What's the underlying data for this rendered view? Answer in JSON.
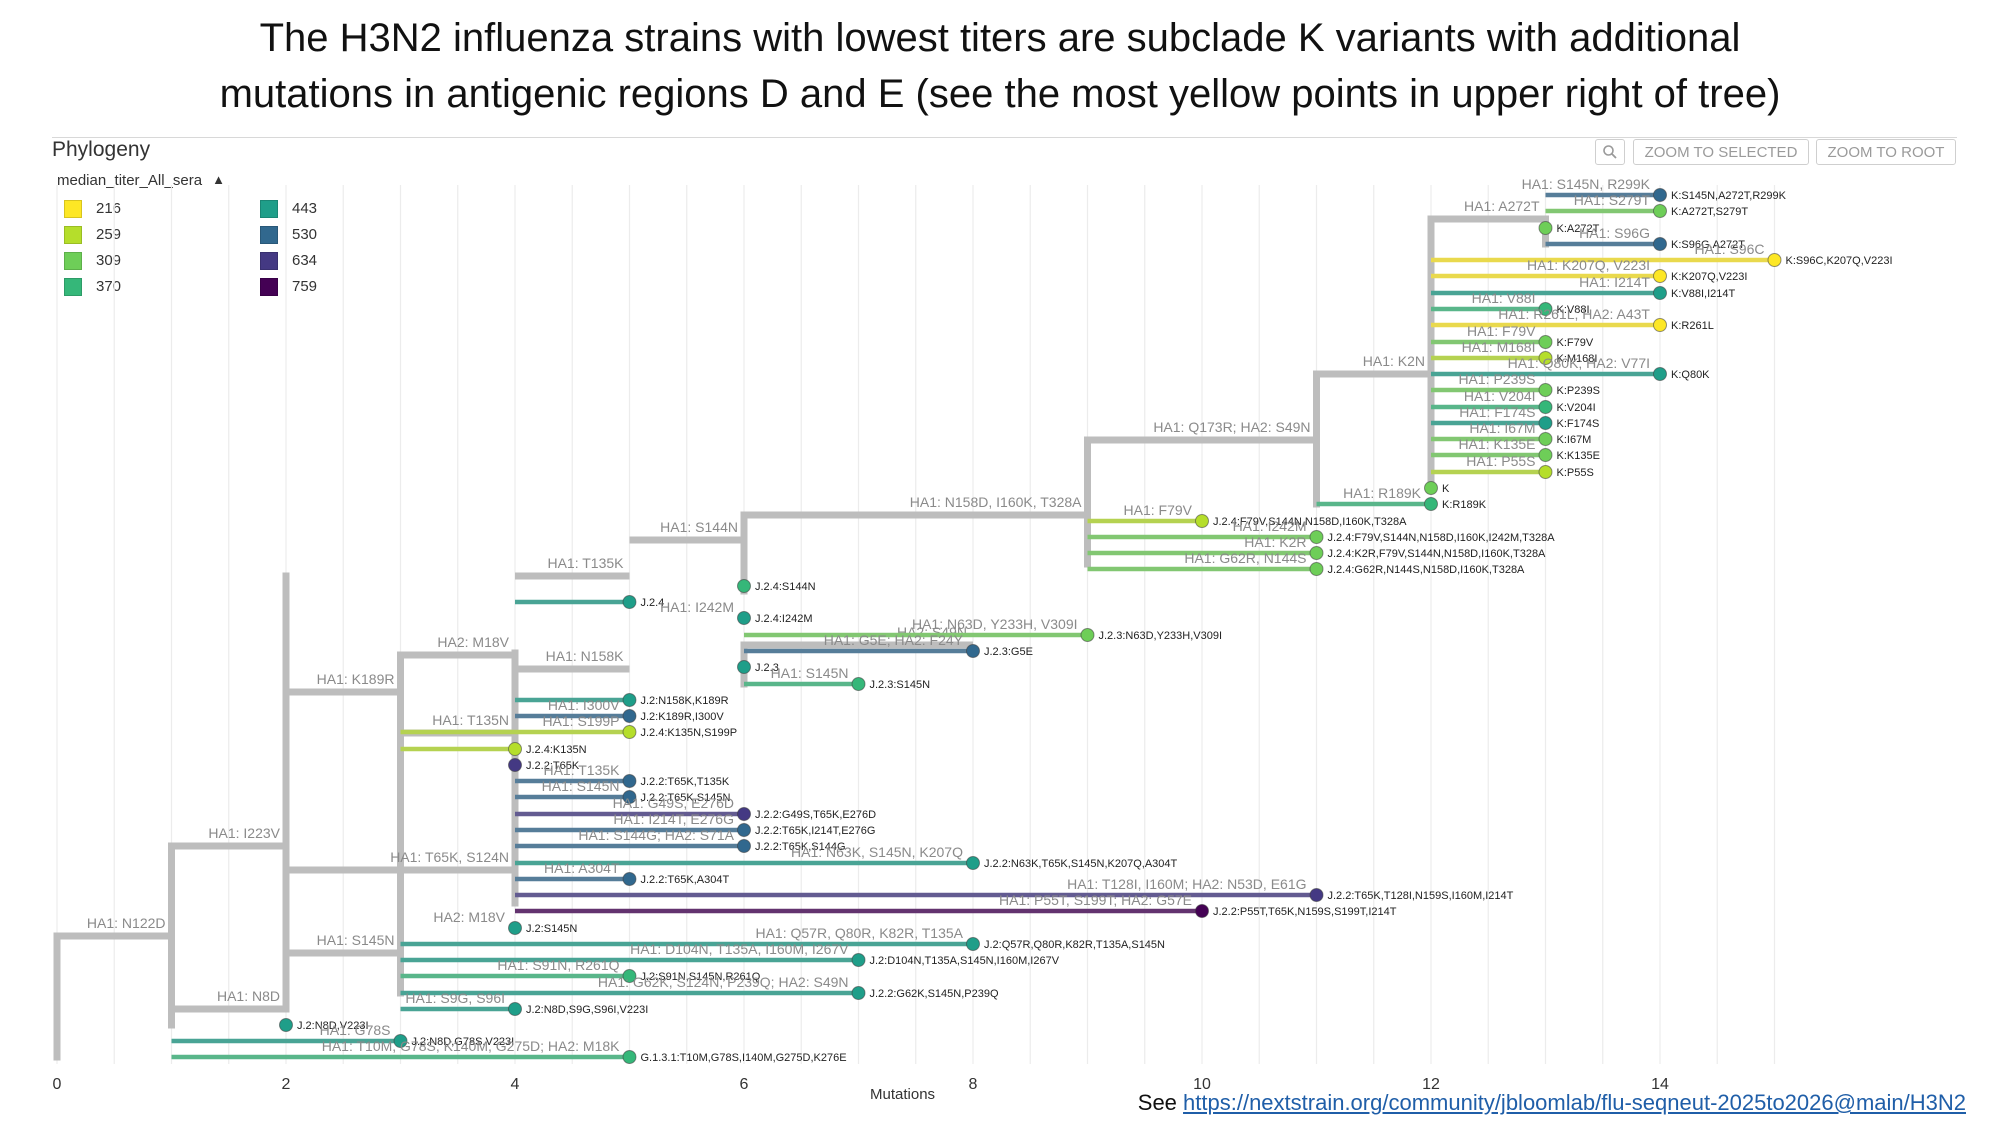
{
  "title_lines": [
    "The H3N2 influenza strains with lowest titers are subclade K variants with additional",
    "mutations in antigenic regions D and E (see the most yellow points in upper right of tree)"
  ],
  "panel": {
    "title": "Phylogeny",
    "zoom_selected": "ZOOM TO SELECTED",
    "zoom_root": "ZOOM TO ROOT"
  },
  "legend": {
    "title": "median_titer_All_sera",
    "items": [
      {
        "label": "216",
        "color": "#fde725"
      },
      {
        "label": "259",
        "color": "#b5de2b"
      },
      {
        "label": "309",
        "color": "#6ece58"
      },
      {
        "label": "370",
        "color": "#35b779"
      },
      {
        "label": "443",
        "color": "#1f9e89"
      },
      {
        "label": "530",
        "color": "#31688e"
      },
      {
        "label": "634",
        "color": "#443983"
      },
      {
        "label": "759",
        "color": "#440154"
      }
    ]
  },
  "source": {
    "prefix": "See ",
    "link_text": "https://nextstrain.org/community/jbloomlab/flu-seqneut-2025to2026@main/H3N2"
  },
  "chart_data": {
    "type": "phylogenetic_tree",
    "xlabel": "Mutations",
    "xlim": [
      0,
      15
    ],
    "x_ticks": [
      0,
      2,
      4,
      6,
      8,
      10,
      12,
      14
    ],
    "grid": true,
    "color_by": "median_titer_All_sera",
    "internal_nodes": [
      {
        "x": 0
      },
      {
        "x": 1
      },
      {
        "x": 2
      },
      {
        "x": 3
      },
      {
        "x": 2
      },
      {
        "x": 3
      },
      {
        "x": 4
      },
      {
        "x": 4
      },
      {
        "x": 6
      },
      {
        "x": 6
      },
      {
        "x": 9
      },
      {
        "x": 11
      },
      {
        "x": 12
      },
      {
        "x": 13
      }
    ],
    "branches": [
      {
        "x0": 0,
        "x1": 1,
        "label": "HA1: N122D"
      },
      {
        "x0": 1,
        "x1": 2,
        "label": "HA1: I223V"
      },
      {
        "x0": 2,
        "x1": 3,
        "label": "HA1: K189R"
      },
      {
        "x0": 3,
        "x1": 4,
        "label": "HA2: M18V"
      },
      {
        "x0": 4,
        "x1": 5,
        "label": "HA1: T135K"
      },
      {
        "x0": 5,
        "x1": 6,
        "label": "HA1: S144N"
      },
      {
        "x0": 6,
        "x1": 9,
        "label": "HA1: N158D, I160K, T328A"
      },
      {
        "x0": 9,
        "x1": 11,
        "label": "HA1: Q173R; HA2: S49N"
      },
      {
        "x0": 11,
        "x1": 12,
        "label": "HA1: K2N"
      },
      {
        "x0": 12,
        "x1": 13,
        "label": "HA1: A272T"
      },
      {
        "x0": 6,
        "x1": 8,
        "label": "HA2: S49N"
      },
      {
        "x0": 4,
        "x1": 5,
        "label": "HA1: N158K"
      },
      {
        "x0": 3,
        "x1": 4,
        "label": "HA1: T135N"
      },
      {
        "x0": 2,
        "x1": 4,
        "label": "HA1: T65K, S124N"
      },
      {
        "x0": 2,
        "x1": 3,
        "label": "HA1: S145N"
      },
      {
        "x0": 1,
        "x1": 2,
        "label": "HA1: N8D"
      }
    ],
    "tips": [
      {
        "x": 14.0,
        "label": "K:S145N,A272T,R299K",
        "branch": "HA1: S145N, R299K",
        "titer": 530
      },
      {
        "x": 14.0,
        "label": "K:A272T,S279T",
        "branch": "HA1: S279T",
        "titer": 309
      },
      {
        "x": 13.0,
        "label": "K:A272T",
        "branch": "",
        "titer": 309
      },
      {
        "x": 14.0,
        "label": "K:S96G,A272T",
        "branch": "HA1: S96G",
        "titer": 530
      },
      {
        "x": 15.0,
        "label": "K:S96C,K207Q,V223I",
        "branch": "HA1: S96C",
        "titer": 216
      },
      {
        "x": 14.0,
        "label": "K:K207Q,V223I",
        "branch": "HA1: K207Q, V223I",
        "titer": 216
      },
      {
        "x": 14.0,
        "label": "K:V88I,I214T",
        "branch": "HA1: I214T",
        "titer": 443
      },
      {
        "x": 13.0,
        "label": "K:V88I",
        "branch": "HA1: V88I",
        "titer": 370
      },
      {
        "x": 14.0,
        "label": "K:R261L",
        "branch": "HA1: R261L; HA2: A43T",
        "titer": 216
      },
      {
        "x": 13.0,
        "label": "K:F79V",
        "branch": "HA1: F79V",
        "titer": 309
      },
      {
        "x": 13.0,
        "label": "K:M168I",
        "branch": "HA1: M168I",
        "titer": 259
      },
      {
        "x": 14.0,
        "label": "K:Q80K",
        "branch": "HA1: Q80K; HA2: V77I",
        "titer": 443
      },
      {
        "x": 13.0,
        "label": "K:P239S",
        "branch": "HA1: P239S",
        "titer": 309
      },
      {
        "x": 13.0,
        "label": "K:V204I",
        "branch": "HA1: V204I",
        "titer": 370
      },
      {
        "x": 13.0,
        "label": "K:F174S",
        "branch": "HA1: F174S",
        "titer": 443
      },
      {
        "x": 13.0,
        "label": "K:I67M",
        "branch": "HA1: I67M",
        "titer": 309
      },
      {
        "x": 13.0,
        "label": "K:K135E",
        "branch": "HA1: K135E",
        "titer": 309
      },
      {
        "x": 13.0,
        "label": "K:P55S",
        "branch": "HA1: P55S",
        "titer": 259
      },
      {
        "x": 12.0,
        "label": "K",
        "branch": "",
        "titer": 309
      },
      {
        "x": 12.0,
        "label": "K:R189K",
        "branch": "HA1: R189K",
        "titer": 370
      },
      {
        "x": 10.0,
        "label": "J.2.4:F79V,S144N,N158D,I160K,T328A",
        "branch": "HA1: F79V",
        "titer": 259
      },
      {
        "x": 11.0,
        "label": "J.2.4:F79V,S144N,N158D,I160K,I242M,T328A",
        "branch": "HA1: I242M",
        "titer": 309
      },
      {
        "x": 11.0,
        "label": "J.2.4:K2R,F79V,S144N,N158D,I160K,T328A",
        "branch": "HA1: K2R",
        "titer": 309
      },
      {
        "x": 11.0,
        "label": "J.2.4:G62R,N144S,N158D,I160K,T328A",
        "branch": "HA1: G62R, N144S",
        "titer": 309
      },
      {
        "x": 6.0,
        "label": "J.2.4:S144N",
        "branch": "",
        "titer": 370
      },
      {
        "x": 5.0,
        "label": "J.2.4",
        "branch": "",
        "titer": 443
      },
      {
        "x": 6.0,
        "label": "J.2.4:I242M",
        "branch": "HA1: I242M",
        "titer": 443
      },
      {
        "x": 9.0,
        "label": "J.2.3:N63D,Y233H,V309I",
        "branch": "HA1: N63D, Y233H, V309I",
        "titer": 309
      },
      {
        "x": 8.0,
        "label": "J.2.3:G5E",
        "branch": "HA1: G5E; HA2: F24Y",
        "titer": 530
      },
      {
        "x": 6.0,
        "label": "J.2.3",
        "branch": "",
        "titer": 443
      },
      {
        "x": 7.0,
        "label": "J.2.3:S145N",
        "branch": "HA1: S145N",
        "titer": 370
      },
      {
        "x": 5.0,
        "label": "J.2:N158K,K189R",
        "branch": "",
        "titer": 443
      },
      {
        "x": 5.0,
        "label": "J.2:K189R,I300V",
        "branch": "HA1: I300V",
        "titer": 530
      },
      {
        "x": 5.0,
        "label": "J.2.4:K135N,S199P",
        "branch": "HA1: S199P",
        "titer": 259
      },
      {
        "x": 4.0,
        "label": "J.2.4:K135N",
        "branch": "",
        "titer": 259
      },
      {
        "x": 4.0,
        "label": "J.2.2:T65K",
        "branch": "",
        "titer": 634
      },
      {
        "x": 5.0,
        "label": "J.2.2:T65K,T135K",
        "branch": "HA1: T135K",
        "titer": 530
      },
      {
        "x": 5.0,
        "label": "J.2.2:T65K,S145N",
        "branch": "HA1: S145N",
        "titer": 530
      },
      {
        "x": 6.0,
        "label": "J.2.2:G49S,T65K,E276D",
        "branch": "HA1: G49S, E276D",
        "titer": 634
      },
      {
        "x": 6.0,
        "label": "J.2.2:T65K,I214T,E276G",
        "branch": "HA1: I214T, E276G",
        "titer": 530
      },
      {
        "x": 6.0,
        "label": "J.2.2:T65K,S144G",
        "branch": "HA1: S144G; HA2: S71A",
        "titer": 530
      },
      {
        "x": 8.0,
        "label": "J.2.2:N63K,T65K,S145N,K207Q,A304T",
        "branch": "HA1: N63K, S145N, K207Q",
        "titer": 443
      },
      {
        "x": 5.0,
        "label": "J.2.2:T65K,A304T",
        "branch": "HA1: A304T",
        "titer": 530
      },
      {
        "x": 11.0,
        "label": "J.2.2:T65K,T128I,N159S,I160M,I214T",
        "branch": "HA1: T128I, I160M; HA2: N53D, E61G",
        "titer": 634
      },
      {
        "x": 10.0,
        "label": "J.2.2:P55T,T65K,N159S,S199T,I214T",
        "branch": "HA1: P55T, S199T; HA2: G57E",
        "titer": 759
      },
      {
        "x": 4.0,
        "label": "J.2:S145N",
        "branch": "HA2: M18V",
        "titer": 443
      },
      {
        "x": 8.0,
        "label": "J.2:Q57R,Q80R,K82R,T135A,S145N",
        "branch": "HA1: Q57R, Q80R, K82R, T135A",
        "titer": 443
      },
      {
        "x": 7.0,
        "label": "J.2:D104N,T135A,S145N,I160M,I267V",
        "branch": "HA1: D104N, T135A, I160M, I267V",
        "titer": 443
      },
      {
        "x": 5.0,
        "label": "J.2:S91N,S145N,R261Q",
        "branch": "HA1: S91N, R261Q",
        "titer": 370
      },
      {
        "x": 7.0,
        "label": "J.2.2:G62K,S145N,P239Q",
        "branch": "HA1: G62K, S124N, P239Q; HA2: S49N",
        "titer": 443
      },
      {
        "x": 4.0,
        "label": "J.2:N8D,S9G,S96I,V223I",
        "branch": "HA1: S9G, S96I",
        "titer": 443
      },
      {
        "x": 2.0,
        "label": "J.2:N8D,V223I",
        "branch": "",
        "titer": 443
      },
      {
        "x": 3.0,
        "label": "J.2:N8D,G78S,V223I",
        "branch": "HA1: G78S",
        "titer": 443
      },
      {
        "x": 5.0,
        "label": "G.1.3.1:T10M,G78S,I140M,G275D,K276E",
        "branch": "HA1: T10M, G78S, K140M, G275D; HA2: M18K",
        "titer": 370
      }
    ]
  }
}
